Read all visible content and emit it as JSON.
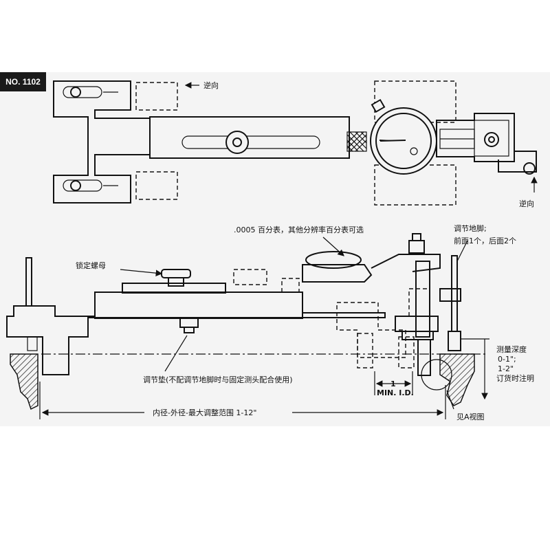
{
  "badge": "NO. 1102",
  "labels": {
    "reverse_top": "逆向",
    "reverse_right": "逆向",
    "indicator": ".0005 百分表，其他分辨率百分表可选",
    "lock_nut": "锁定螺母",
    "adjust_foot_1": "调节地脚;",
    "adjust_foot_2": "前面1个，后面2个",
    "adjust_pad": "调节垫(不配调节地脚时与固定测头配合使用)",
    "depth_1": "测量深度",
    "depth_2": "0-1\";",
    "depth_3": "1-2\"",
    "depth_4": "订货时注明",
    "min_id_value": "1",
    "min_id": "MIN. I.D.",
    "range": "内径-外径-最大调整范围 1-12\"",
    "view_a": "见A视图"
  }
}
